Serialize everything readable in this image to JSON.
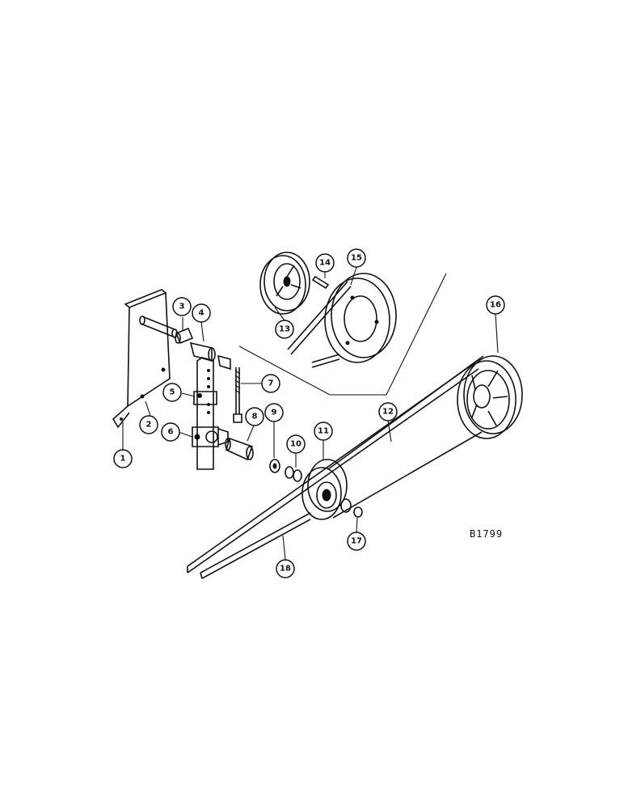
{
  "diagram": {
    "figure_code": "B1799",
    "callouts": [
      {
        "id": "1",
        "label": "1"
      },
      {
        "id": "2",
        "label": "2"
      },
      {
        "id": "3",
        "label": "3"
      },
      {
        "id": "4",
        "label": "4"
      },
      {
        "id": "5",
        "label": "5"
      },
      {
        "id": "6",
        "label": "6"
      },
      {
        "id": "7",
        "label": "7"
      },
      {
        "id": "8",
        "label": "8"
      },
      {
        "id": "9",
        "label": "9"
      },
      {
        "id": "10",
        "label": "10"
      },
      {
        "id": "11",
        "label": "11"
      },
      {
        "id": "12",
        "label": "12"
      },
      {
        "id": "13",
        "label": "13"
      },
      {
        "id": "14",
        "label": "14"
      },
      {
        "id": "15",
        "label": "15"
      },
      {
        "id": "16",
        "label": "16"
      },
      {
        "id": "17",
        "label": "17"
      },
      {
        "id": "18",
        "label": "18"
      }
    ]
  }
}
